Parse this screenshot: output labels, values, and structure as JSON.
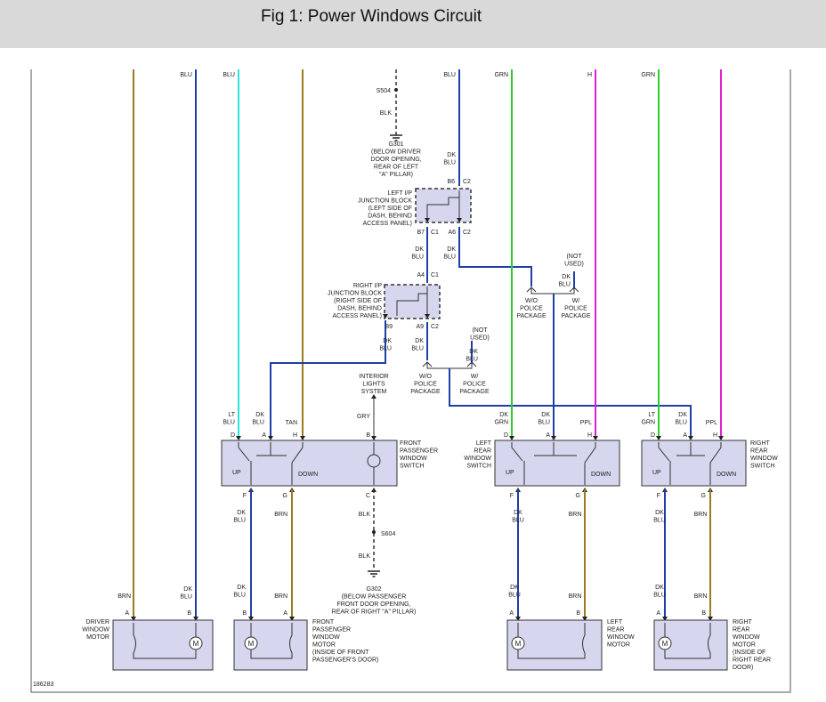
{
  "title": "Fig 1: Power Windows Circuit",
  "figure_number": "186283",
  "colors": {
    "BRN": "#9b7a20",
    "TAN": "#9b7a20",
    "BLU": "#1f3fa8",
    "DKBLU": "#1f3fa8",
    "LTBLU": "#2fe0e0",
    "GRN": "#2ecc2e",
    "DKGRN": "#2a9a2a",
    "PPL": "#e020d0",
    "BLK": "#222222",
    "GRY": "#999999"
  },
  "labels": {
    "brn": "BRN",
    "blu": "BLU",
    "dk": "DK",
    "grn": "GRN",
    "blk": "BLK",
    "gry": "GRY",
    "tan": "TAN",
    "lt": "LT",
    "ppl": "PPL",
    "up": "UP",
    "down": "DOWN",
    "s504": "S504",
    "s604": "S604",
    "g301": [
      "G301",
      "(BELOW DRIVER",
      "DOOR OPENING,",
      "REAR OF LEFT",
      "\"A\" PILLAR)"
    ],
    "g302": [
      "G302",
      "(BELOW PASSENGER",
      "FRONT DOOR OPENING,",
      "REAR OF RIGHT \"A\" PILLAR)"
    ],
    "left_jb": [
      "LEFT I/P",
      "JUNCTION BLOCK",
      "(LEFT SIDE OF",
      "DASH, BEHIND",
      "ACCESS PANEL)"
    ],
    "right_jb": [
      "RIGHT I/P",
      "JUNCTION BLOCK",
      "(RIGHT SIDE OF",
      "DASH, BEHIND",
      "ACCESS PANEL)"
    ],
    "not_used": [
      "(NOT",
      "USED)"
    ],
    "wo_police": [
      "W/O",
      "POLICE",
      "PACKAGE"
    ],
    "w_police": [
      "W/",
      "POLICE",
      "PACKAGE"
    ],
    "interior_lights": [
      "INTERIOR",
      "LIGHTS",
      "SYSTEM"
    ],
    "fp_switch": [
      "FRONT",
      "PASSENGER",
      "WINDOW",
      "SWITCH"
    ],
    "lr_switch": [
      "LEFT",
      "REAR",
      "WINDOW",
      "SWITCH"
    ],
    "rr_switch": [
      "RIGHT",
      "REAR",
      "WINDOW",
      "SWITCH"
    ],
    "driver_motor": [
      "DRIVER",
      "WINDOW",
      "MOTOR"
    ],
    "fp_motor": [
      "FRONT",
      "PASSENGER",
      "WINDOW",
      "MOTOR",
      "(INSIDE OF FRONT",
      "PASSENGER'S DOOR)"
    ],
    "lr_motor": [
      "LEFT",
      "REAR",
      "WINDOW",
      "MOTOR"
    ],
    "rr_motor": [
      "RIGHT",
      "REAR",
      "WINDOW",
      "MOTOR",
      "(INSIDE OF",
      "RIGHT REAR",
      "DOOR)"
    ],
    "motor_symbol": "M",
    "pins": {
      "A": "A",
      "B": "B",
      "C": "C",
      "D": "D",
      "F": "F",
      "G": "G",
      "H": "H",
      "B6": "B6",
      "C2": "C2",
      "B7": "B7",
      "C1": "C1",
      "A6": "A6",
      "A4": "A4",
      "B9": "B9",
      "A9": "A9"
    }
  }
}
